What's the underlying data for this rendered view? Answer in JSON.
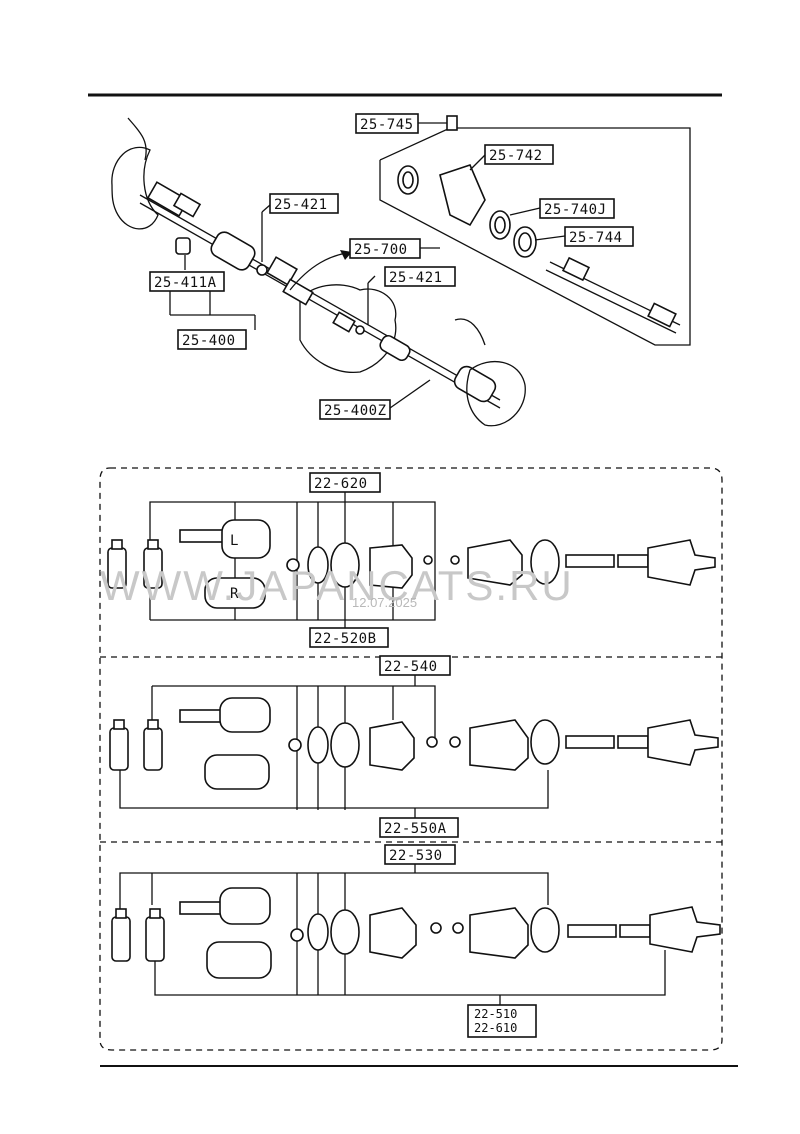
{
  "upper_diagram": {
    "labels": {
      "p25_745": "25-745",
      "p25_742": "25-742",
      "p25_740J": "25-740J",
      "p25_744": "25-744",
      "p25_421_a": "25-421",
      "p25_700": "25-700",
      "p25_421_b": "25-421",
      "p25_411A": "25-411A",
      "p25_400": "25-400",
      "p25_400Z": "25-400Z"
    }
  },
  "lower_diagram": {
    "panel1": {
      "top_label": "22-620",
      "bottom_label": "22-520B",
      "joint_left": "L",
      "joint_right": "R"
    },
    "panel2": {
      "top_label": "22-540",
      "bottom_label": "22-550A"
    },
    "panel3": {
      "top_label": "22-530",
      "bottom_label_1": "22-510",
      "bottom_label_2": "22-610"
    }
  },
  "watermark": {
    "text": "WWW.JAPANCATS.RU",
    "date": "12.07.2025"
  }
}
